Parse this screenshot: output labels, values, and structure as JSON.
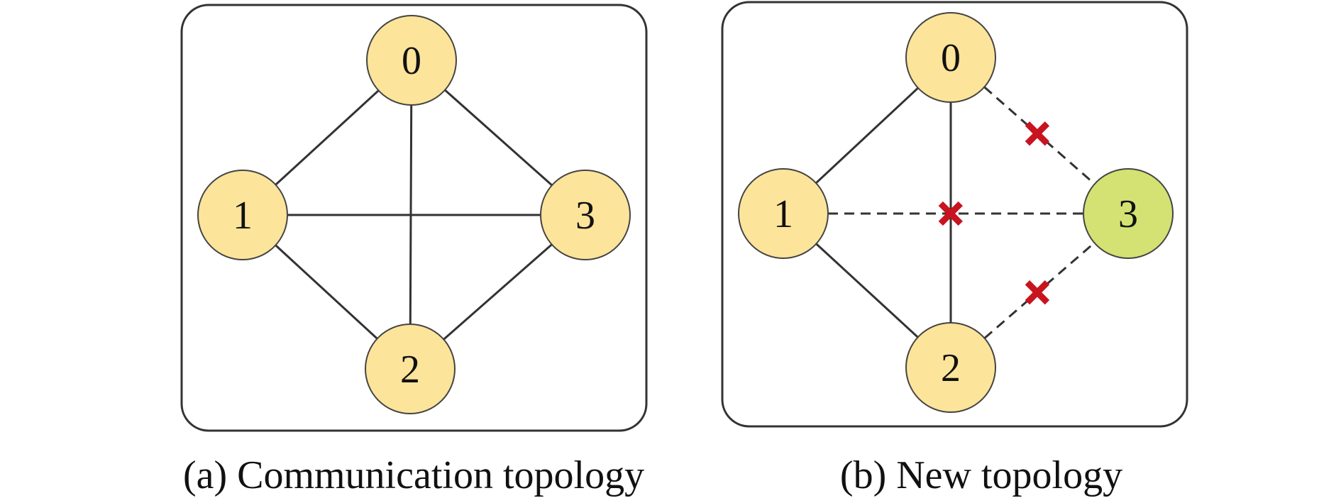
{
  "colors": {
    "node_default": "#FCE49A",
    "node_highlight": "#D3E273",
    "node_stroke": "#444444",
    "edge": "#333333",
    "cross": "#C8141E",
    "panel_border": "#333333"
  },
  "panels": [
    {
      "caption": "(a) Communication topology",
      "nodes": [
        {
          "id": "0",
          "label": "0",
          "state": "default"
        },
        {
          "id": "1",
          "label": "1",
          "state": "default"
        },
        {
          "id": "2",
          "label": "2",
          "state": "default"
        },
        {
          "id": "3",
          "label": "3",
          "state": "default"
        }
      ],
      "edges": [
        {
          "from": "0",
          "to": "1",
          "style": "solid"
        },
        {
          "from": "0",
          "to": "2",
          "style": "solid"
        },
        {
          "from": "0",
          "to": "3",
          "style": "solid"
        },
        {
          "from": "1",
          "to": "2",
          "style": "solid"
        },
        {
          "from": "1",
          "to": "3",
          "style": "solid"
        },
        {
          "from": "2",
          "to": "3",
          "style": "solid"
        }
      ]
    },
    {
      "caption": "(b) New topology",
      "nodes": [
        {
          "id": "0",
          "label": "0",
          "state": "default"
        },
        {
          "id": "1",
          "label": "1",
          "state": "default"
        },
        {
          "id": "2",
          "label": "2",
          "state": "default"
        },
        {
          "id": "3",
          "label": "3",
          "state": "highlight"
        }
      ],
      "edges": [
        {
          "from": "0",
          "to": "1",
          "style": "solid"
        },
        {
          "from": "0",
          "to": "2",
          "style": "solid"
        },
        {
          "from": "1",
          "to": "2",
          "style": "solid"
        },
        {
          "from": "0",
          "to": "3",
          "style": "dashed",
          "broken": true
        },
        {
          "from": "1",
          "to": "3",
          "style": "dashed",
          "broken": true
        },
        {
          "from": "2",
          "to": "3",
          "style": "dashed",
          "broken": true
        }
      ]
    }
  ]
}
